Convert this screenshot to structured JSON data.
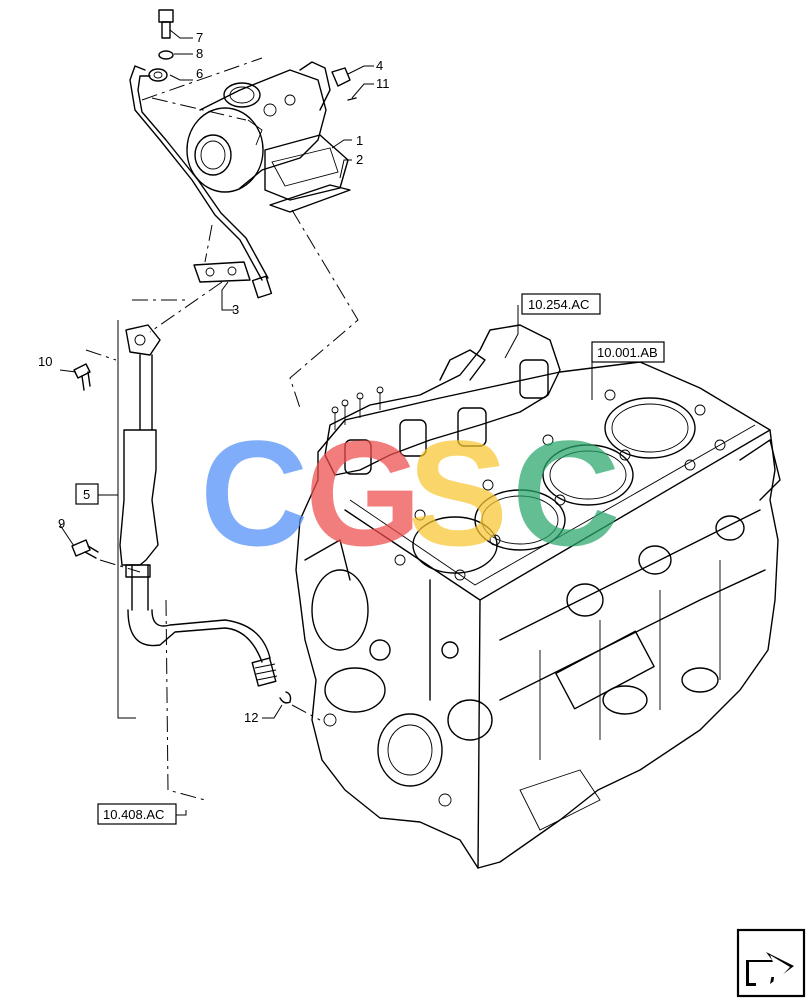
{
  "callouts": {
    "c1": "1",
    "c2": "2",
    "c3": "3",
    "c4": "4",
    "c5": "5",
    "c6": "6",
    "c7": "7",
    "c8": "8",
    "c9": "9",
    "c10": "10",
    "c11": "11",
    "c12": "12"
  },
  "references": {
    "ref_head": "10.254.AC",
    "ref_block": "10.001.AB",
    "ref_return": "10.408.AC"
  },
  "watermark": {
    "letters": [
      "C",
      "G",
      "S",
      "C"
    ],
    "colors": [
      "#4f8ef7",
      "#ee4c4c",
      "#f9c531",
      "#29a66c"
    ]
  },
  "colors": {
    "line": "#000000",
    "background": "#ffffff"
  },
  "icons": {
    "nav": "next-page-arrow-icon"
  }
}
